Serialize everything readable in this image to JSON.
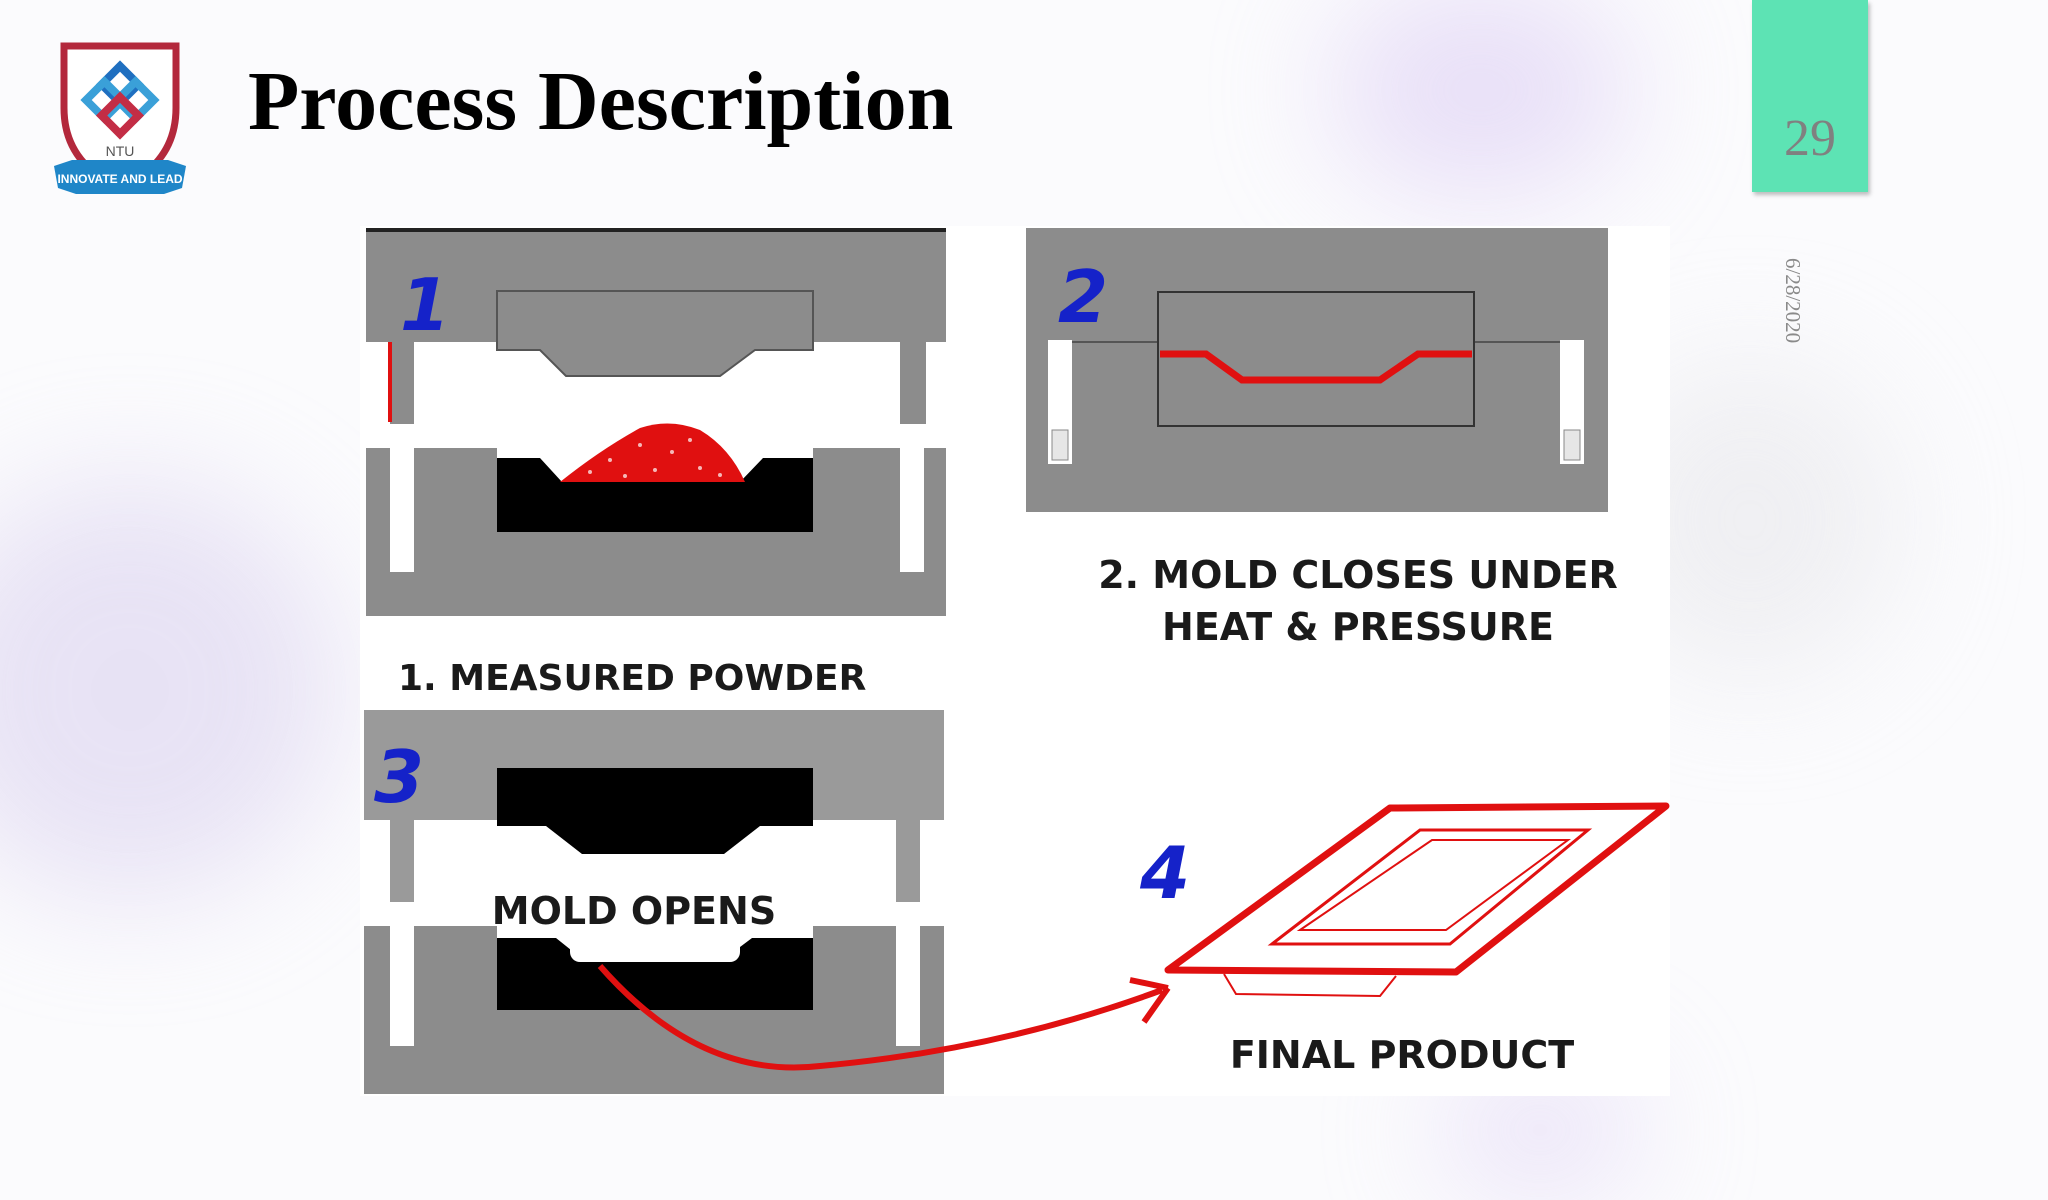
{
  "slide": {
    "title": "Process Description",
    "page_number": "29",
    "date": "6/28/2020",
    "accent_color": "#5de3b4"
  },
  "logo": {
    "initials": "NTU",
    "motto": "INNOVATE AND LEAD"
  },
  "diagram": {
    "step_numbers": [
      "1",
      "2",
      "3",
      "4"
    ],
    "captions": {
      "step1": "1. MEASURED  POWDER",
      "step2_line1": "2. MOLD CLOSES UNDER",
      "step2_line2": "HEAT & PRESSURE",
      "step3": "MOLD  OPENS",
      "step4": "FINAL  PRODUCT"
    },
    "colors": {
      "mold_gray": "#8c8c8c",
      "cavity_black": "#000000",
      "material_red": "#e01010",
      "step_number_blue": "#1522c9"
    }
  }
}
